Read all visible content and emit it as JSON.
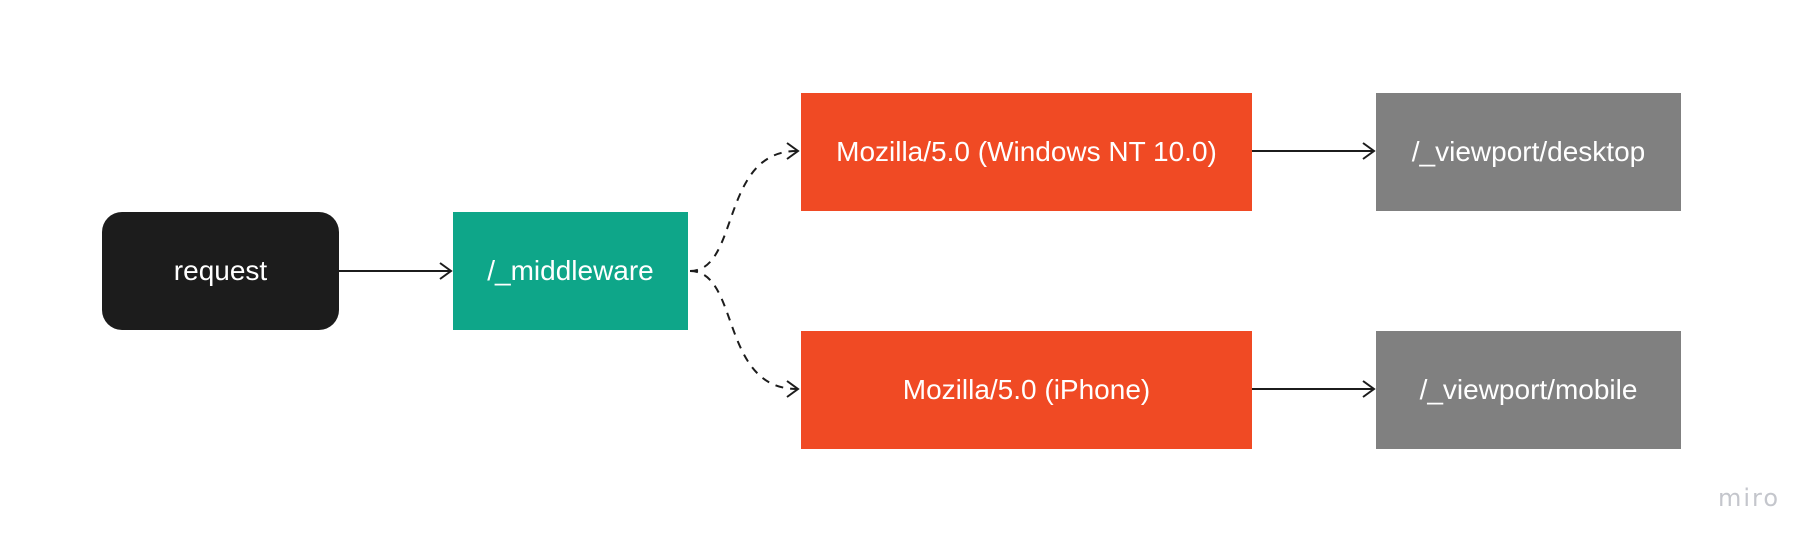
{
  "diagram": {
    "nodes": {
      "request": "request",
      "middleware": "/_middleware",
      "windows_agent": "Mozilla/5.0 (Windows NT 10.0)",
      "iphone_agent": "Mozilla/5.0 (iPhone)",
      "desktop_viewport": "/_viewport/desktop",
      "mobile_viewport": "/_viewport/mobile"
    },
    "edges": [
      {
        "from": "request",
        "to": "middleware",
        "style": "solid"
      },
      {
        "from": "middleware",
        "to": "windows_agent",
        "style": "dashed"
      },
      {
        "from": "middleware",
        "to": "iphone_agent",
        "style": "dashed"
      },
      {
        "from": "windows_agent",
        "to": "desktop_viewport",
        "style": "solid"
      },
      {
        "from": "iphone_agent",
        "to": "mobile_viewport",
        "style": "solid"
      }
    ],
    "colors": {
      "request": "#1c1c1c",
      "middleware": "#0ea689",
      "user_agent": "#f04a24",
      "viewport": "#808080",
      "connector": "#1c1c1c"
    }
  },
  "watermark": "miro"
}
